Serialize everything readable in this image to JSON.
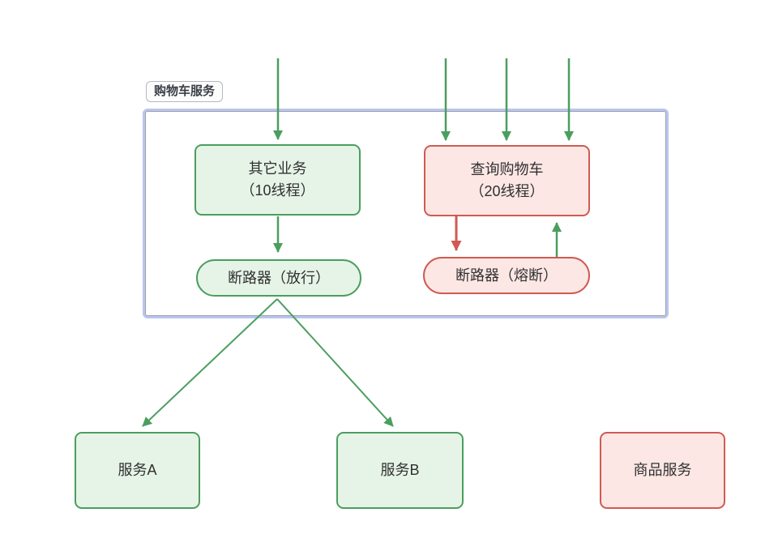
{
  "diagram": {
    "group": {
      "label": "购物车服务"
    },
    "nodes": {
      "other_business": {
        "label": "其它业务",
        "sublabel": "（10线程）"
      },
      "query_cart": {
        "label": "查询购物车",
        "sublabel": "（20线程）"
      },
      "breaker_pass": {
        "label": "断路器（放行）"
      },
      "breaker_trip": {
        "label": "断路器（熔断）"
      },
      "service_a": {
        "label": "服务A"
      },
      "service_b": {
        "label": "服务B"
      },
      "product_service": {
        "label": "商品服务"
      }
    },
    "edges": [
      {
        "from": "incoming-request",
        "to": "other_business",
        "color": "green"
      },
      {
        "from": "incoming-request",
        "to": "query_cart",
        "color": "green",
        "count": 3
      },
      {
        "from": "other_business",
        "to": "breaker_pass",
        "color": "green"
      },
      {
        "from": "breaker_pass",
        "to": "service_a",
        "color": "green"
      },
      {
        "from": "breaker_pass",
        "to": "service_b",
        "color": "green"
      },
      {
        "from": "query_cart",
        "to": "breaker_trip",
        "color": "red"
      },
      {
        "from": "breaker_trip",
        "to": "query_cart",
        "color": "green"
      }
    ],
    "colors": {
      "green_stroke": "#4b9e5f",
      "green_fill": "#e6f4e7",
      "red_stroke": "#d05a52",
      "red_fill": "#fce7e5",
      "container_stroke": "#bac5ee",
      "container_inner_stroke": "#9da3ab",
      "label_stroke": "#b4b8bf",
      "label_fill": "#fcfcfc",
      "text": "#303030"
    }
  }
}
